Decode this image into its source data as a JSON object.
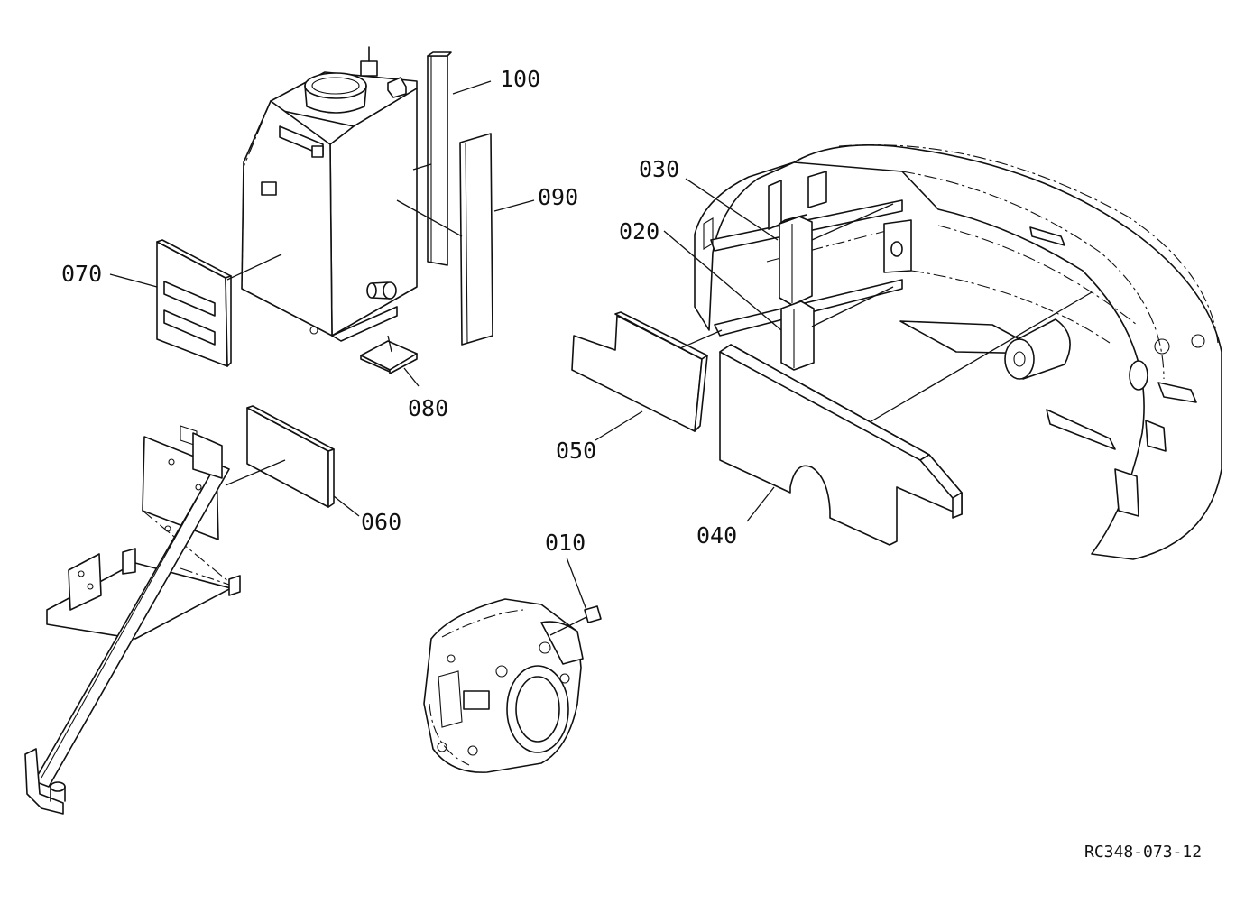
{
  "parts": [
    {
      "id": "p010",
      "label": "010"
    },
    {
      "id": "p020",
      "label": "020"
    },
    {
      "id": "p030",
      "label": "030"
    },
    {
      "id": "p040",
      "label": "040"
    },
    {
      "id": "p050",
      "label": "050"
    },
    {
      "id": "p060",
      "label": "060"
    },
    {
      "id": "p070",
      "label": "070"
    },
    {
      "id": "p080",
      "label": "080"
    },
    {
      "id": "p090",
      "label": "090"
    },
    {
      "id": "p100",
      "label": "100"
    }
  ],
  "drawing_ref": "RC348-073-12"
}
